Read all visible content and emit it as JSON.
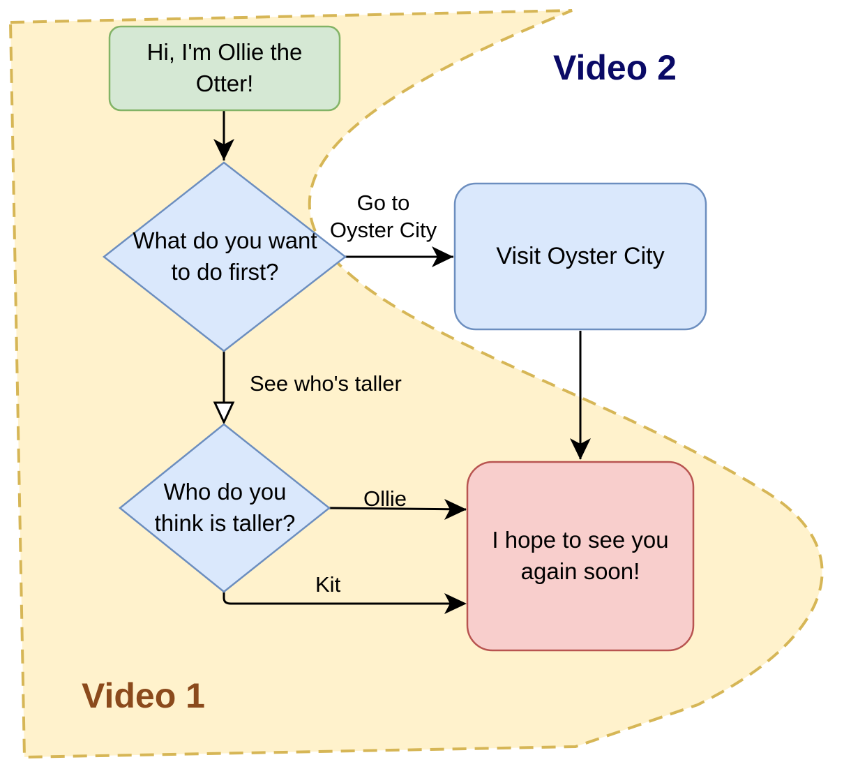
{
  "nodes": {
    "start": {
      "text": "Hi, I'm Ollie the Otter!",
      "fill": "#d5e8d4",
      "stroke": "#82b366"
    },
    "decision1": {
      "text": "What do you want to do first?",
      "fill": "#dae8fc",
      "stroke": "#6c8ebf"
    },
    "visit": {
      "text": "Visit Oyster City",
      "fill": "#dae8fc",
      "stroke": "#6c8ebf"
    },
    "decision2": {
      "text": "Who do you think is taller?",
      "fill": "#dae8fc",
      "stroke": "#6c8ebf"
    },
    "end": {
      "text": "I hope to see you again soon!",
      "fill": "#f8cecc",
      "stroke": "#b85450"
    }
  },
  "edges": {
    "go_oyster": "Go to Oyster City",
    "see_taller": "See who's taller",
    "ollie": "Ollie",
    "kit": "Kit"
  },
  "regions": {
    "video1": {
      "label": "Video 1",
      "color": "#8b4a1c",
      "fill": "#fff2cc",
      "stroke": "#d6b656"
    },
    "video2": {
      "label": "Video 2",
      "color": "#0a0a66"
    }
  }
}
